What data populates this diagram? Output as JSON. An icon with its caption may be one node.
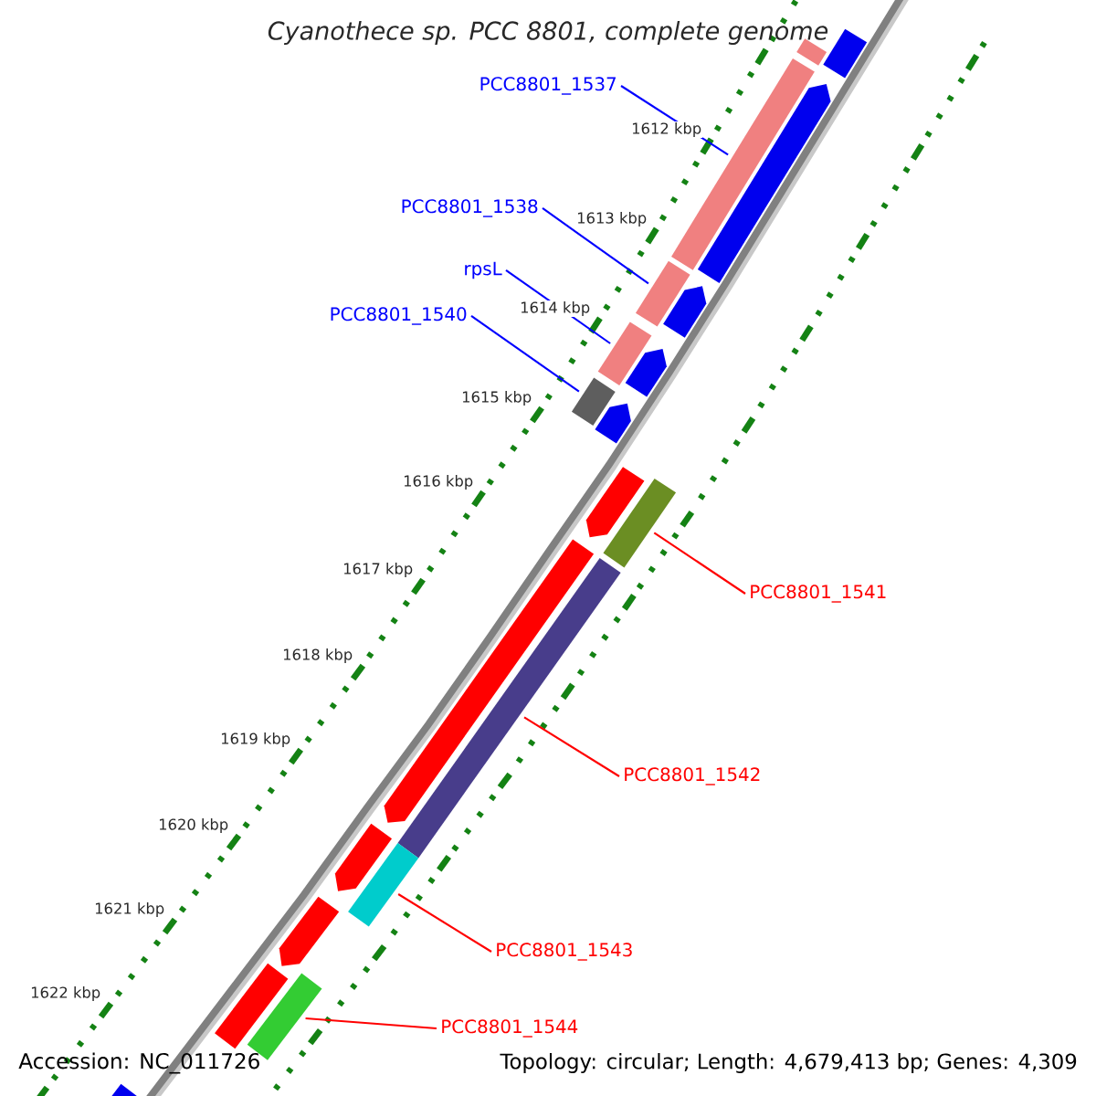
{
  "diagram": {
    "title": "Cyanothece sp. PCC 8801, complete genome",
    "nodes": [
      {
        "text": [
          "PCC8801_1537"
        ]
      },
      {
        "text": [
          "PCC8801_1538"
        ]
      },
      {
        "text": [
          "rpsL"
        ]
      },
      {
        "text": [
          "PCC8801_1540"
        ]
      },
      {
        "text": [
          "PCC8801_1541"
        ]
      },
      {
        "text": [
          "PCC8801_1542"
        ]
      },
      {
        "text": [
          "PCC8801_1543"
        ]
      },
      {
        "text": [
          "PCC8801_1544"
        ]
      },
      {
        "text": [],
        "shape": "bar"
      },
      {
        "text": [],
        "shape": "bar"
      },
      {
        "text": [],
        "shape": "bar"
      },
      {
        "text": [],
        "shape": "bar"
      },
      {
        "text": [],
        "shape": "bar"
      },
      {
        "text": [],
        "shape": "bar"
      },
      {
        "text": [],
        "shape": "bar"
      },
      {
        "text": [],
        "shape": "bar"
      },
      {
        "text": [],
        "shape": "bar"
      },
      {
        "text": [],
        "shape": "bar"
      },
      {
        "text": [],
        "shape": "bar"
      },
      {
        "text": [],
        "shape": "bar"
      },
      {
        "text": [],
        "shape": "bar"
      },
      {
        "text": [],
        "shape": "bar"
      },
      {
        "text": [],
        "shape": "bar"
      },
      {
        "text": [],
        "shape": "bar"
      },
      {
        "text": [],
        "shape": "bar"
      },
      {
        "text": [],
        "shape": "bar"
      },
      {
        "text": [],
        "shape": "bar"
      },
      {
        "text": [],
        "shape": "bar"
      }
    ],
    "edges": [
      {
        "from": 0,
        "to": 10,
        "arrow": "none",
        "color": "#0000ff"
      },
      {
        "from": 1,
        "to": 12,
        "arrow": "none",
        "color": "#0000ff"
      },
      {
        "from": 2,
        "to": 14,
        "arrow": "none",
        "color": "#0000ff"
      },
      {
        "from": 3,
        "to": 16,
        "arrow": "none",
        "color": "#0000ff"
      },
      {
        "from": 4,
        "to": 19,
        "arrow": "none",
        "color": "#ff0000"
      },
      {
        "from": 5,
        "to": 21,
        "arrow": "none",
        "color": "#ff0000"
      },
      {
        "from": 6,
        "to": 23,
        "arrow": "none",
        "color": "#ff0000"
      },
      {
        "from": 7,
        "to": 25,
        "arrow": "none",
        "color": "#ff0000"
      }
    ],
    "labels": [
      "1612 kbp",
      "1613 kbp",
      "1614 kbp",
      "1615 kbp",
      "1616 kbp",
      "1617 kbp",
      "1618 kbp",
      "1619 kbp",
      "1620 kbp",
      "1621 kbp",
      "1622 kbp",
      "Accession: NC_011726",
      "Topology: circular; Length: 4,679,413 bp; Genes: 4,309"
    ]
  }
}
